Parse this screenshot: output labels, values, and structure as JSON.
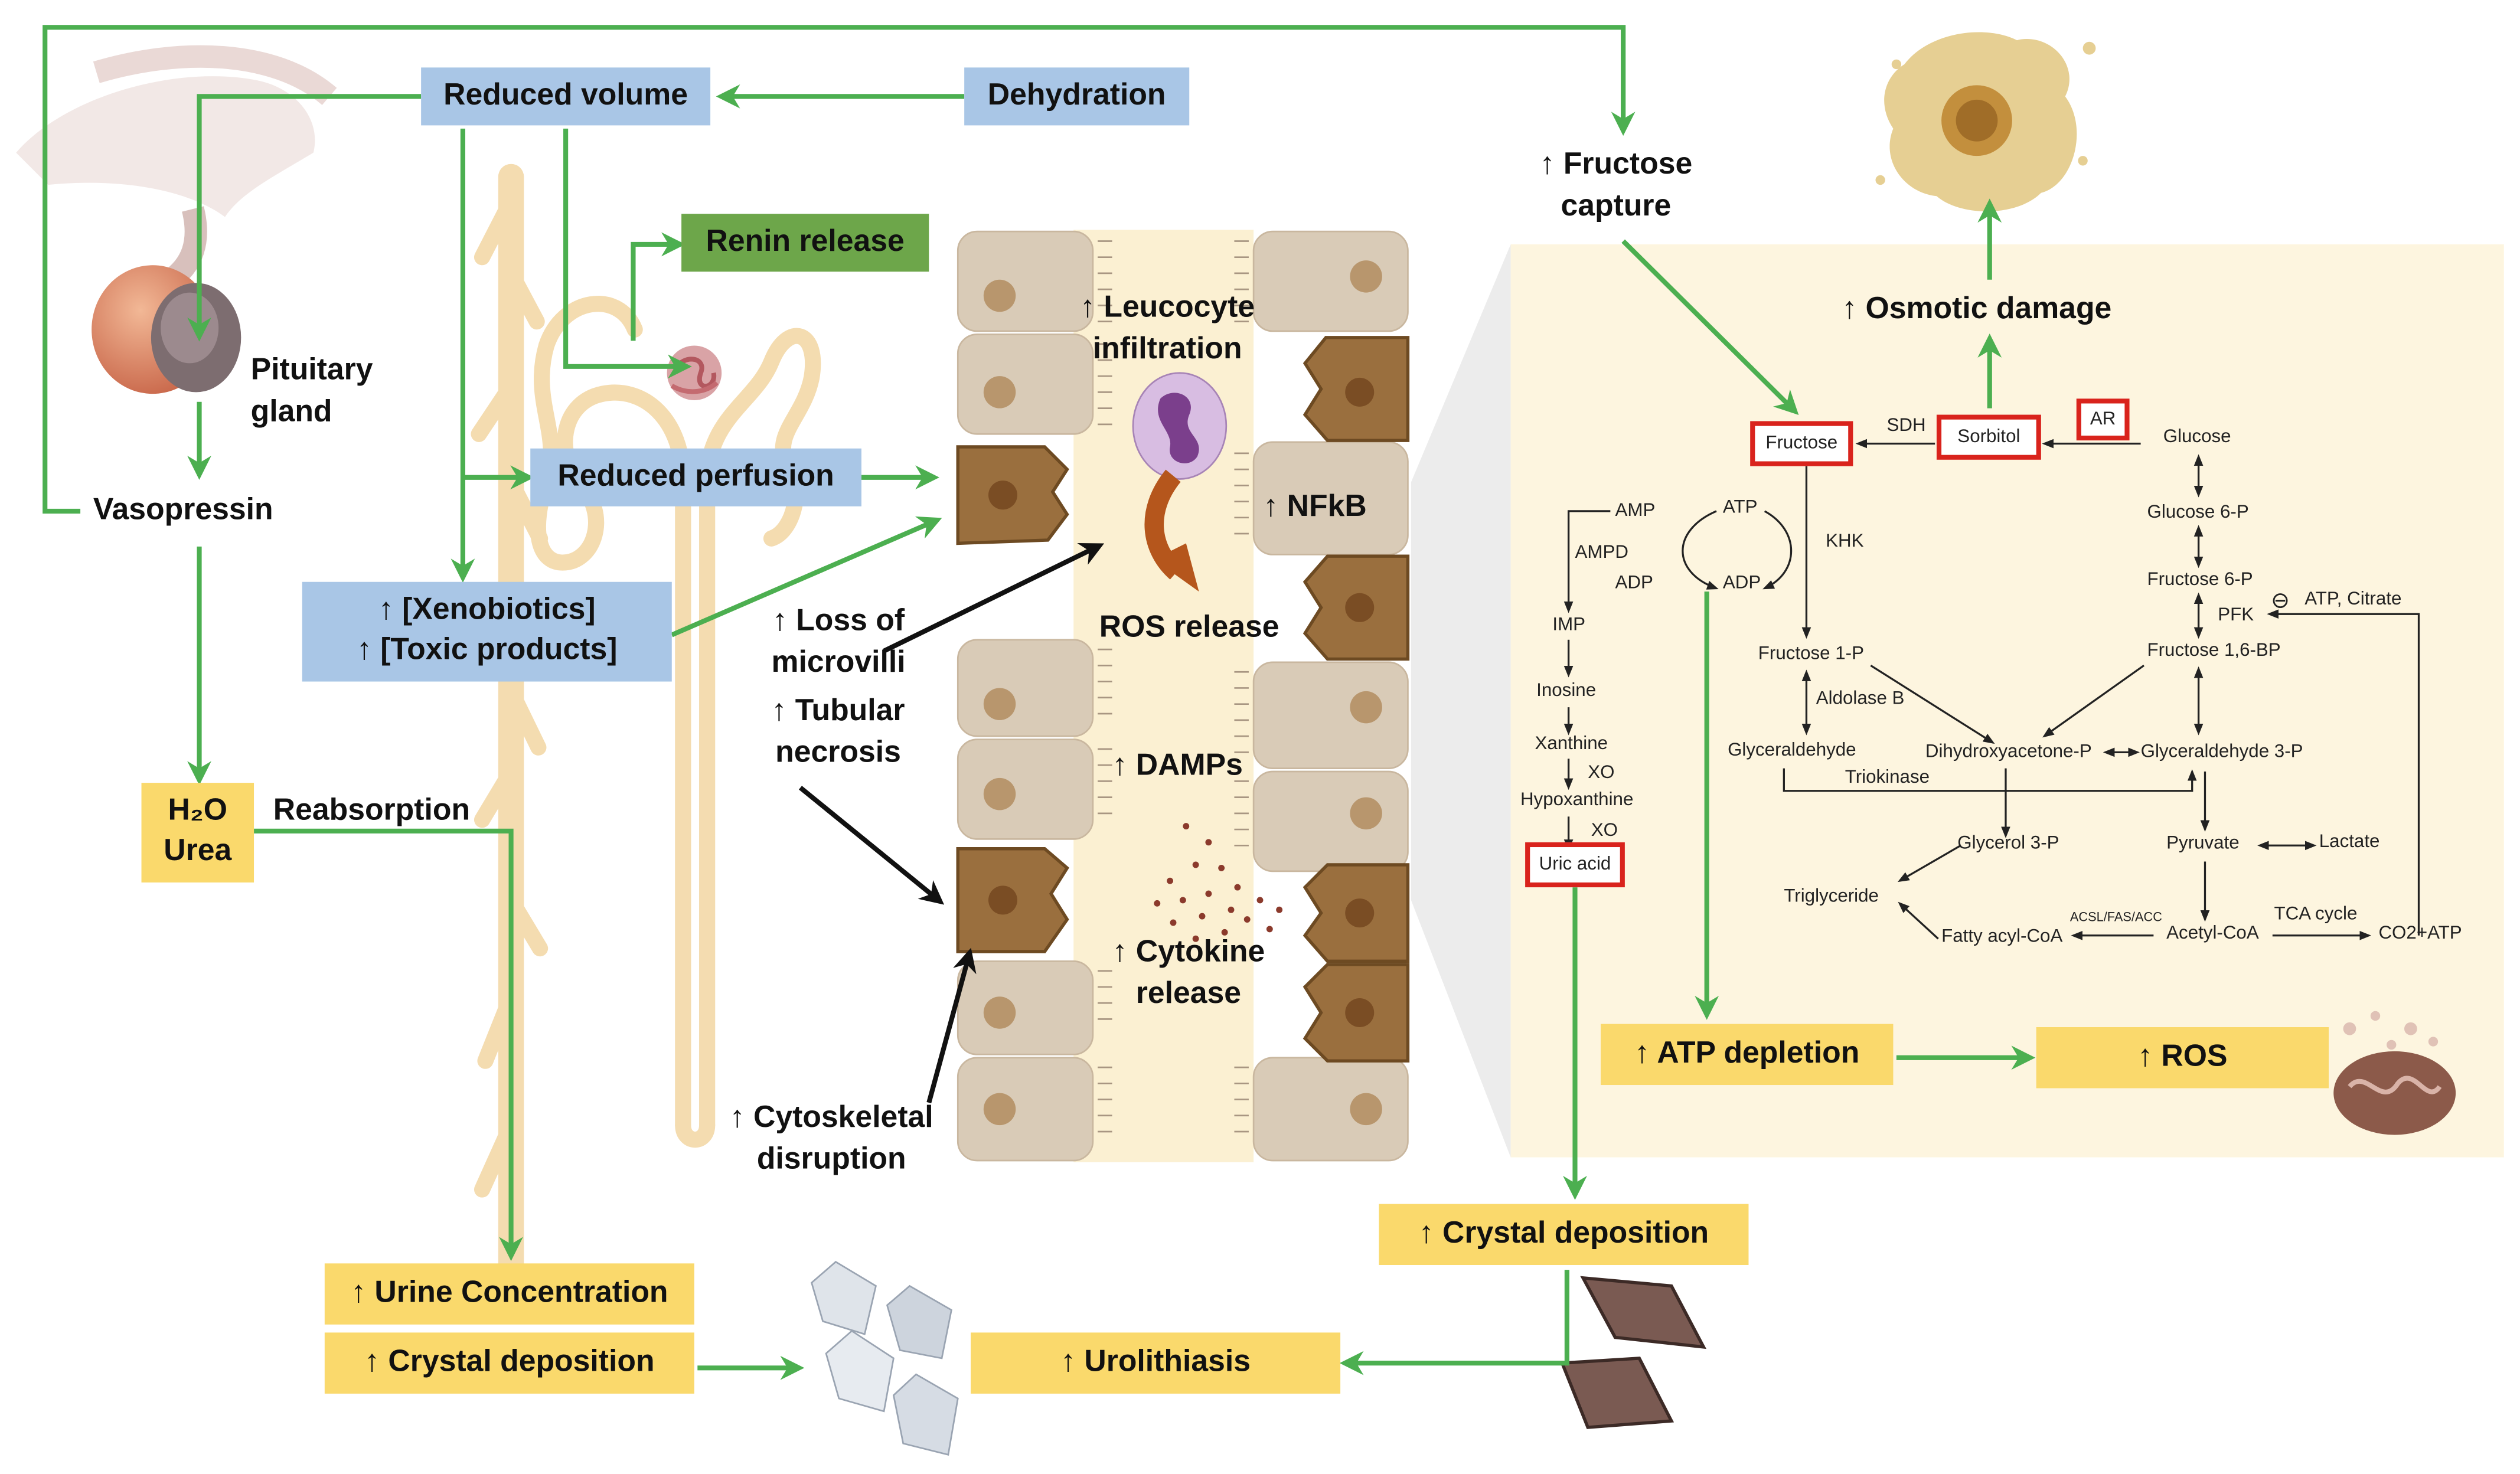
{
  "boxes": {
    "reduced_volume": "Reduced volume",
    "dehydration": "Dehydration",
    "renin_release": "Renin release",
    "reduced_perfusion": "Reduced perfusion",
    "xenobiotics": "↑ [Xenobiotics]",
    "toxic_products": "↑ [Toxic products]",
    "h2o": "H₂O",
    "urea": "Urea",
    "urine_concentration": "↑ Urine Concentration",
    "crystal_deposition_left": "↑ Crystal deposition",
    "urolithiasis": "↑ Urolithiasis",
    "crystal_deposition_right": "↑ Crystal deposition",
    "atp_depletion": "↑ ATP depletion",
    "ros": "↑ ROS"
  },
  "labels": {
    "pituitary_1": "Pituitary",
    "pituitary_2": "gland",
    "vasopressin": "Vasopressin",
    "reabsorption": "Reabsorption",
    "leucocyte_1": "↑ Leucocyte",
    "leucocyte_2": "infiltration",
    "nfkb": "↑ NFkB",
    "ros_release": "ROS release",
    "loss_1": "↑ Loss of",
    "loss_2": "microvilli",
    "tubular_1": "↑ Tubular",
    "tubular_2": "necrosis",
    "damps": "↑ DAMPs",
    "cytokine_1": "↑ Cytokine",
    "cytokine_2": "release",
    "cyto_1": "↑ Cytoskeletal",
    "cyto_2": "disruption",
    "fructose_capture_1": "↑ Fructose",
    "fructose_capture_2": "capture",
    "osmotic_damage": "↑ Osmotic damage"
  },
  "pathway": {
    "fructose": "Fructose",
    "sorbitol": "Sorbitol",
    "ar": "AR",
    "uric_acid": "Uric acid",
    "sdh": "SDH",
    "glucose": "Glucose",
    "glucose_6p": "Glucose 6-P",
    "fructose_6p": "Fructose 6-P",
    "pfk": "PFK",
    "atp_citrate": "ATP, Citrate",
    "inhibit_symbol": "⊖",
    "fructose_16bp": "Fructose 1,6-BP",
    "khk": "KHK",
    "fructose_1p": "Fructose 1-P",
    "aldolase_b": "Aldolase B",
    "glyceraldehyde": "Glyceraldehyde",
    "dhap": "Dihydroxyacetone-P",
    "glyceraldehyde_3p": "Glyceraldehyde 3-P",
    "triokinase": "Triokinase",
    "glycerol_3p": "Glycerol 3-P",
    "pyruvate": "Pyruvate",
    "lactate": "Lactate",
    "triglyceride": "Triglyceride",
    "fatty_acyl_coa": "Fatty acyl-CoA",
    "acsl": "ACSL/FAS/ACC",
    "acetyl_coa": "Acetyl-CoA",
    "tca_cycle": "TCA cycle",
    "co2_atp": "CO2+ATP",
    "amp": "AMP",
    "atp": "ATP",
    "ampd": "AMPD",
    "adp_left": "ADP",
    "adp_right": "ADP",
    "imp": "IMP",
    "inosine": "Inosine",
    "xanthine": "Xanthine",
    "xo_1": "XO",
    "hypoxanthine": "Hypoxanthine",
    "xo_2": "XO"
  },
  "colors": {
    "arrow_green": "#4caf50",
    "blue_box": "#a9c6e6",
    "yellow_box": "#fad96c",
    "green_box": "#6da64a",
    "red_outline": "#d9231c",
    "panel_bg": "#fdf5df"
  }
}
